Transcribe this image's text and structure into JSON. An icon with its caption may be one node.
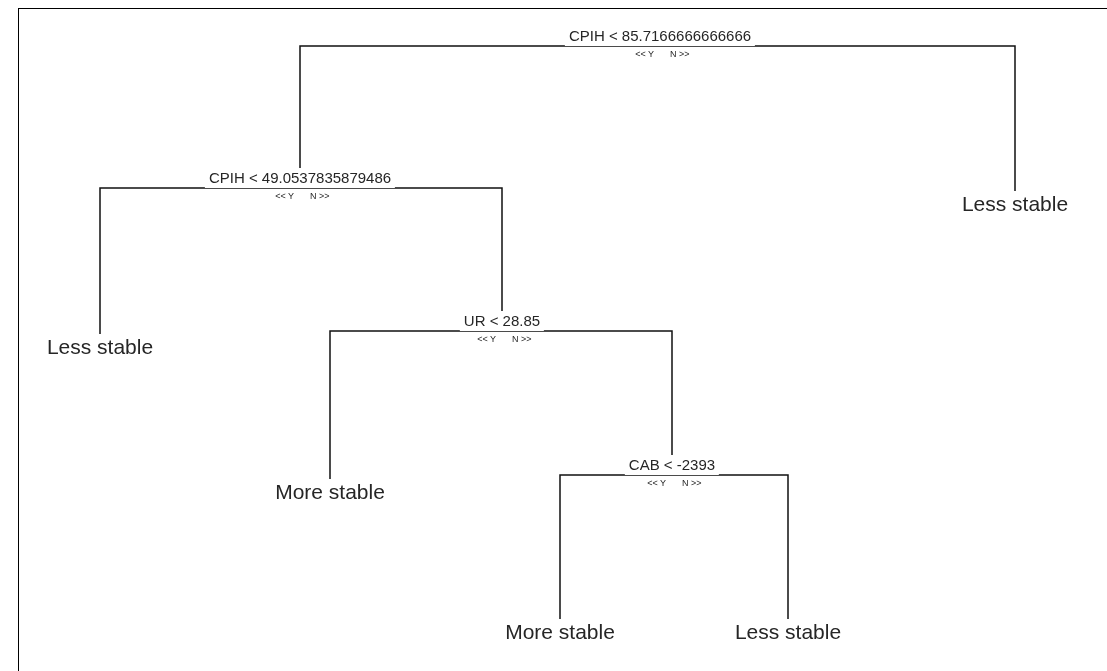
{
  "diagram": {
    "nodes": [
      {
        "text": [
          "CPIH < 85.7166666666666"
        ],
        "beside": [
          "<< Y",
          "N >>"
        ]
      },
      {
        "text": [
          "CPIH < 49.0537835879486"
        ],
        "beside": [
          "<< Y",
          "N >>"
        ]
      },
      {
        "text": [
          "Less stable"
        ]
      },
      {
        "text": [
          "Less stable"
        ]
      },
      {
        "text": [
          "UR < 28.85"
        ],
        "beside": [
          "<< Y",
          "N >>"
        ]
      },
      {
        "text": [
          "More stable"
        ]
      },
      {
        "text": [
          "CAB < -2393"
        ],
        "beside": [
          "<< Y",
          "N >>"
        ]
      },
      {
        "text": [
          "More stable"
        ]
      },
      {
        "text": [
          "Less stable"
        ]
      }
    ],
    "edges": [
      {
        "from": 0,
        "to": 1,
        "arrow": "none"
      },
      {
        "from": 0,
        "to": 2,
        "arrow": "none"
      },
      {
        "from": 1,
        "to": 3,
        "arrow": "none"
      },
      {
        "from": 1,
        "to": 4,
        "arrow": "none"
      },
      {
        "from": 4,
        "to": 5,
        "arrow": "none"
      },
      {
        "from": 4,
        "to": 6,
        "arrow": "none"
      },
      {
        "from": 6,
        "to": 7,
        "arrow": "none"
      },
      {
        "from": 6,
        "to": 8,
        "arrow": "none"
      }
    ]
  }
}
